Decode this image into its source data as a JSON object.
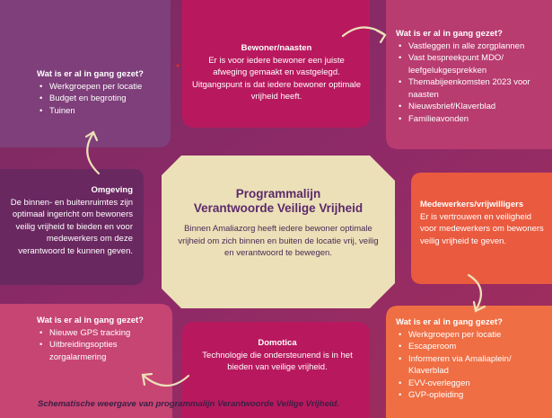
{
  "top_center": {
    "title": "Bewoner/naasten",
    "text": "Er is voor iedere bewoner een juiste afweging gemaakt en vastgelegd. Uitgangspunt is dat iedere bewoner optimale vrijheid heeft."
  },
  "top_left": {
    "title": "Wat is er al in gang gezet?",
    "items": [
      "Werkgroepen per locatie",
      "Budget en begroting",
      "Tuinen"
    ]
  },
  "top_right": {
    "title": "Wat is er al in gang gezet?",
    "items": [
      "Vastleggen in alle zorgplannen",
      "Vast bespreekpunt MDO/ leefgelukgesprekken",
      "Themabijeenkomsten 2023 voor naasten",
      "Nieuwsbrief/Klaverblad",
      "Familieavonden"
    ]
  },
  "left_mid": {
    "title": "Omgeving",
    "text": "De binnen- en buitenruimtes zijn optimaal ingericht om bewoners veilig vrijheid te bieden en voor medewerkers om deze verantwoord te kunnen geven."
  },
  "center": {
    "title_line1": "Programmalijn",
    "title_line2": "Verantwoorde Veilige Vrijheid",
    "text": "Binnen Amaliazorg heeft iedere bewoner optimale vrijheid om zich binnen en buiten de locatie vrij, veilig en verantwoord te bewegen."
  },
  "right_mid": {
    "title": "Medewerkers/vrijwilligers",
    "text": "Er is vertrouwen en veiligheid voor medewerkers om bewoners veilig vrijheid te geven."
  },
  "bottom_left": {
    "title": "Wat is er al in gang gezet?",
    "items": [
      "Nieuwe GPS tracking",
      "Uitbreidingsopties zorgalarmering"
    ]
  },
  "bottom_center": {
    "title": "Domotica",
    "text": "Technologie die ondersteunend is in het bieden van veilige vrijheid."
  },
  "bottom_right": {
    "title": "Wat is er al in gang gezet?",
    "items": [
      "Werkgroepen per locatie",
      "Escaperoom",
      "Informeren via Amaliaplein/ Klaverblad",
      "EVV-overleggen",
      "GVP-opleiding"
    ]
  },
  "caption": "Schematische weergave van programmalijn Verantwoorde Veilige Vrijheid.",
  "colors": {
    "background": "#8e2a68",
    "top_center": "#b8195e",
    "top_left": "#7e3f7a",
    "top_right": "#b83c70",
    "left_mid": "#6a2860",
    "center": "#ece0b8",
    "right_mid": "#ea5a3f",
    "bottom_left": "#c74572",
    "bottom_center": "#b8195e",
    "bottom_right": "#ef6e43",
    "arrow": "#ece0b8"
  }
}
